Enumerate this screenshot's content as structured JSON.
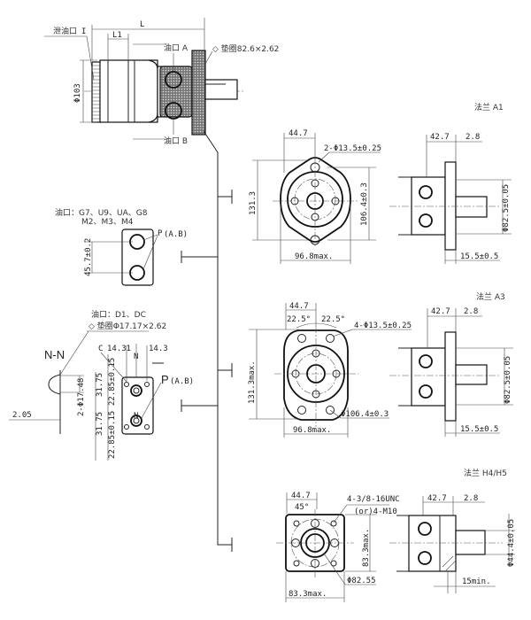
{
  "main_view": {
    "drain_port_label": "泄油口",
    "drain_port_mark": "I",
    "length_label": "L",
    "length1_label": "L1",
    "port_a_label": "油口 A",
    "port_b_label": "油口 B",
    "seal_label": "◇ 垫圈82.6×2.62",
    "diameter_label": "Φ103"
  },
  "port_view_g7": {
    "title_line1": "油口：G7、U9、UA、G8",
    "title_line2": "M2、M3、M4",
    "pitch_dim": "45.7±0.2",
    "port_label": "P",
    "port_sub": "(A.B)"
  },
  "port_view_d1": {
    "title_line1": "油口：D1、DC",
    "title_line2": "◇ 垫圈Φ17.17×2.62",
    "section_label": "N-N",
    "hole_dim": "2-Φ17.48",
    "depth_dim": "2.05",
    "c_label": "C",
    "left_offset": "14.31",
    "right_offset": "14.3",
    "n_label": "N",
    "v_dim_1": "31.75",
    "v_dim_2": "22.85±0.15",
    "v_dim_3": "31.75",
    "v_dim_4": "22.85±0.15",
    "port_label": "P",
    "port_sub": "(A.B)"
  },
  "flange_a1": {
    "title": "法兰 A1",
    "dim_44_7": "44.7",
    "holes": "2-Φ13.5±0.25",
    "height": "131.3",
    "bolt_circle": "106.4±0.3",
    "width": "96.8max.",
    "side_42_7": "42.7",
    "side_2_8": "2.8",
    "pilot": "Φ82.5±0.05",
    "pilot_len": "15.5±0.5"
  },
  "flange_a3": {
    "title": "法兰 A3",
    "dim_44_7": "44.7",
    "angle_left": "22.5°",
    "angle_right": "22.5°",
    "holes": "4-Φ13.5±0.25",
    "height": "131.3max.",
    "bolt_circle": "Φ106.4±0.3",
    "width": "96.8max.",
    "side_42_7": "42.7",
    "side_2_8": "2.8",
    "pilot": "Φ82.5±0.05",
    "pilot_len": "15.5±0.5"
  },
  "flange_h4h5": {
    "title": "法兰 H4/H5",
    "dim_44_7": "44.7",
    "angle": "45°",
    "thread_1": "4-3/8-16UNC",
    "thread_2": "(or)4-M10",
    "height": "83.3max.",
    "bolt_circle": "Φ82.55",
    "width": "83.3max.",
    "side_42_7": "42.7",
    "side_2_8": "2.8",
    "pilot": "Φ44.4±0.05",
    "pilot_len": "15min."
  }
}
